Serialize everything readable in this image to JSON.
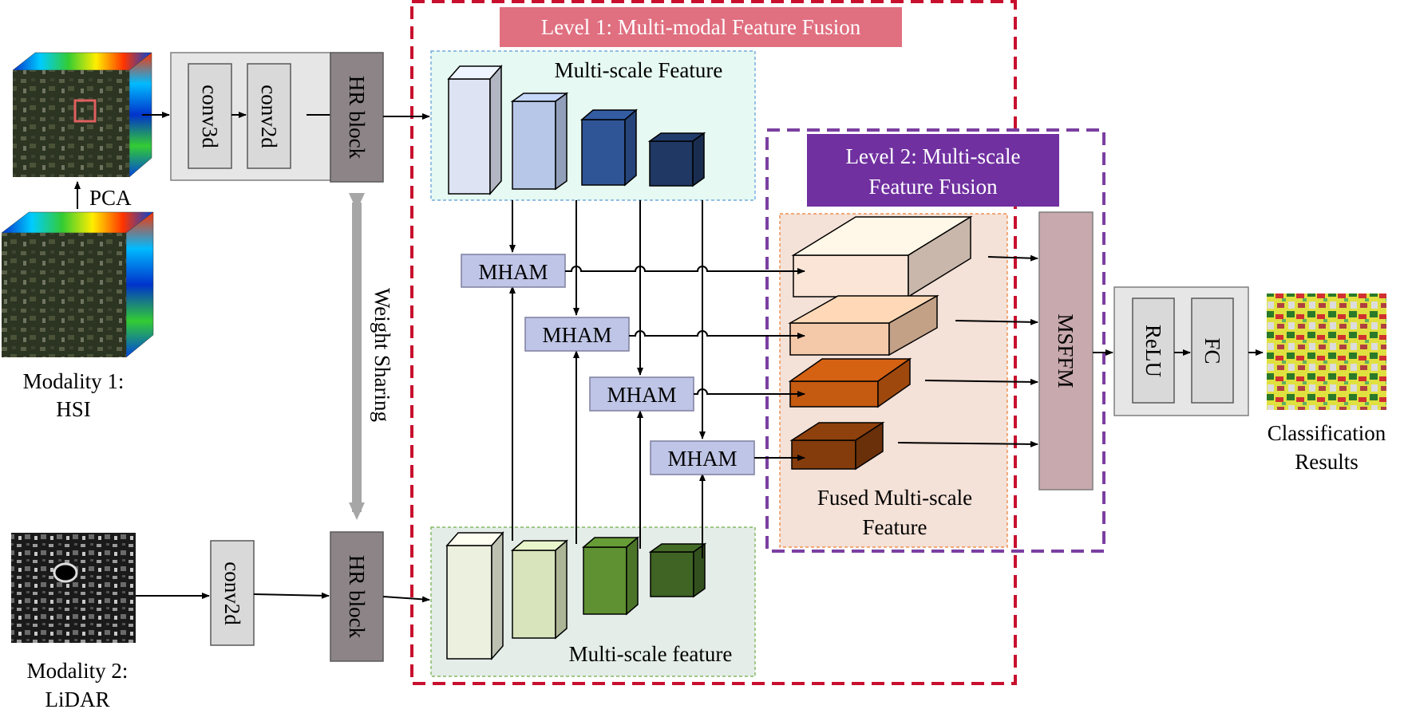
{
  "level1": {
    "title": "Level 1: Multi-modal Feature Fusion",
    "color": "#c8102e",
    "title_bg": "#e06f80"
  },
  "level2": {
    "title_line1": "Level 2: Multi-scale",
    "title_line2": "Feature Fusion",
    "color": "#7b3fa1",
    "title_bg": "#7030a0"
  },
  "inputs": {
    "pca": "PCA",
    "hsi_line1": "Modality 1:",
    "hsi_line2": "HSI",
    "lidar_line1": "Modality 2:",
    "lidar_line2": "LiDAR"
  },
  "blocks": {
    "conv3d": "conv3d",
    "conv2d_hsi": "conv2d",
    "conv2d_lidar": "conv2d",
    "hr_top": "HR block",
    "hr_bottom": "HR block",
    "weight_sharing": "Weight Sharing",
    "msffm": "MSFFM",
    "relu": "ReLU",
    "fc": "FC"
  },
  "features": {
    "hsi_label": "Multi-scale Feature",
    "lidar_label": "Multi-scale feature",
    "fused_line1": "Fused Multi-scale",
    "fused_line2": "Feature"
  },
  "mham": [
    "MHAM",
    "MHAM",
    "MHAM",
    "MHAM"
  ],
  "output": {
    "line1": "Classification",
    "line2": "Results"
  },
  "colors": {
    "blue_cubes": [
      "#dde3f2",
      "#b6c7e8",
      "#2f5597",
      "#1f3864"
    ],
    "green_cubes": [
      "#ebf1de",
      "#d7e4bc",
      "#5f9133",
      "#3f6424"
    ],
    "fused_cubes": [
      "#fbe5d6",
      "#f4c9a9",
      "#c55a11",
      "#843c0c"
    ],
    "mham_fill": "#bfc5e6",
    "hr_fill": "#8c8486",
    "msffm_fill": "#c8a9ad"
  }
}
